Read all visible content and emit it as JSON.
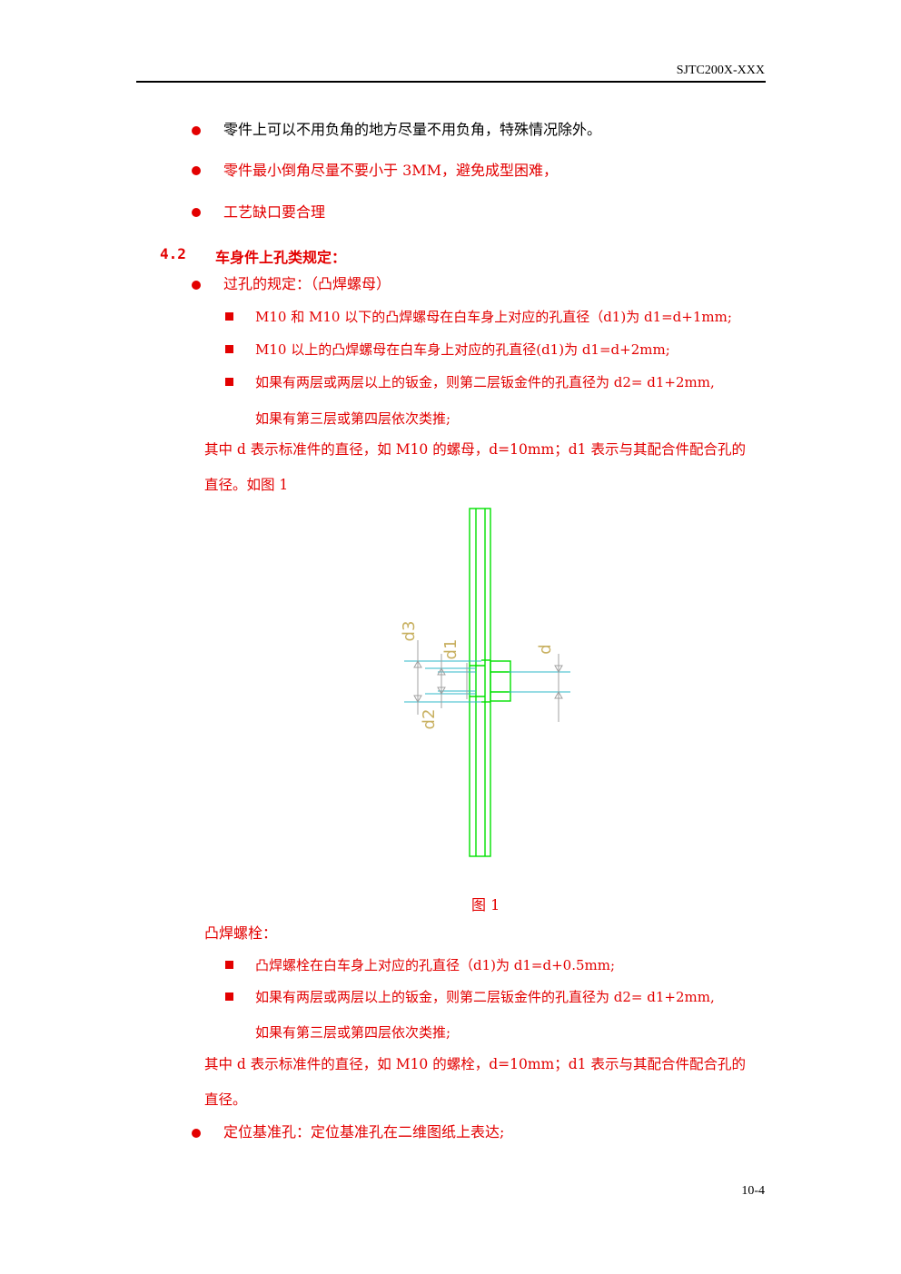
{
  "header": {
    "doc_code": "SJTC200X-XXX"
  },
  "footer": {
    "page_number": "10-4"
  },
  "bullets_top": [
    "零件上可以不用负角的地方尽量不用负角，特殊情况除外。",
    "零件最小倒角尽量不要小于 3MM，避免成型困难，",
    "工艺缺口要合理"
  ],
  "section": {
    "number": "4.2",
    "title": "车身件上孔类规定："
  },
  "through_hole": {
    "title": "过孔的规定：（凸焊螺母）",
    "items": [
      "M10 和 M10 以下的凸焊螺母在白车身上对应的孔直径（d1)为 d1=d+1mm;",
      "M10 以上的凸焊螺母在白车身上对应的孔直径(d1)为 d1=d+2mm;",
      "如果有两层或两层以上的钣金，则第二层钣金件的孔直径为 d2= d1+2mm,"
    ],
    "item_continuation": "如果有第三层或第四层依次类推;",
    "note_line1": "其中 d 表示标准件的直径，如 M10 的螺母，d=10mm；d1 表示与其配合件配合孔的",
    "note_line2": "直径。如图 1"
  },
  "figure": {
    "caption": "图 1",
    "labels": {
      "d": "d",
      "d1": "d1",
      "d2": "d2",
      "d3": "d3"
    },
    "colors": {
      "part": "#00e000",
      "dim_line": "#2fb8c8",
      "label": "#c8b060",
      "arrow": "#a0a0a0"
    }
  },
  "weld_bolt": {
    "title": "凸焊螺栓：",
    "items": [
      "凸焊螺栓在白车身上对应的孔直径（d1)为 d1=d+0.5mm;",
      "如果有两层或两层以上的钣金，则第二层钣金件的孔直径为 d2= d1+2mm,"
    ],
    "item_continuation": "如果有第三层或第四层依次类推;",
    "note_line1": "其中 d 表示标准件的直径，如 M10 的螺栓，d=10mm；d1 表示与其配合件配合孔的",
    "note_line2": "直径。"
  },
  "bullets_bottom": [
    "定位基准孔：定位基准孔在二维图纸上表达;"
  ]
}
